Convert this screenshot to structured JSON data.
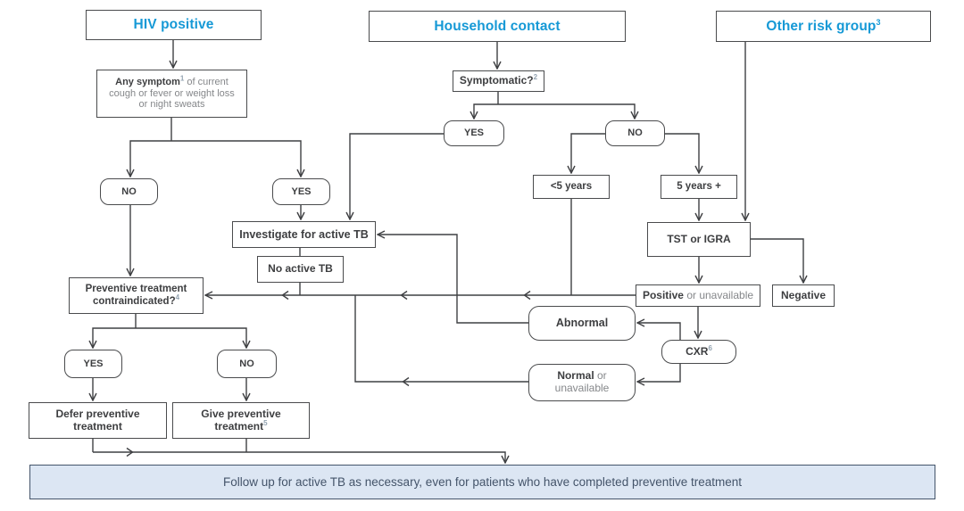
{
  "diagram": {
    "headers": {
      "hiv": "HIV positive",
      "household": "Household contact",
      "other_risk": "Other risk group",
      "other_risk_sup": "3"
    },
    "labels": {
      "yes": "YES",
      "no": "NO"
    },
    "nodes": {
      "any_symptom": {
        "bold": "Any symptom",
        "sup": "1",
        "rest1": " of current",
        "line2": "cough or fever or weight loss",
        "line3": "or night sweats"
      },
      "symptomatic": {
        "text": "Symptomatic?",
        "sup": "2"
      },
      "investigate": "Investigate for active TB",
      "no_active_tb": "No active TB",
      "contraindicated": {
        "line1": "Preventive treatment",
        "line2": "contraindicated?",
        "sup": "4"
      },
      "defer": {
        "line1": "Defer preventive",
        "line2": "treatment"
      },
      "give": {
        "line1": "Give preventive",
        "line2": "treatment",
        "sup": "5"
      },
      "under5": "<5 years",
      "over5": "5 years +",
      "tst": "TST or IGRA",
      "positive": {
        "bold": "Positive",
        "rest": " or unavailable"
      },
      "negative": "Negative",
      "cxr": {
        "text": "CXR",
        "sup": "6"
      },
      "abnormal": "Abnormal",
      "normal": {
        "bold": "Normal",
        "rest": " or",
        "line2": "unavailable"
      },
      "followup": "Follow up for active TB as necessary, even for patients who have completed preventive treatment"
    },
    "colors": {
      "accent_blue": "#1699d6",
      "line": "#3f4043",
      "bar_fill": "#dce6f3",
      "bar_border": "#44546a",
      "text_dark": "#3d3e40",
      "text_gray": "#85878a"
    }
  }
}
